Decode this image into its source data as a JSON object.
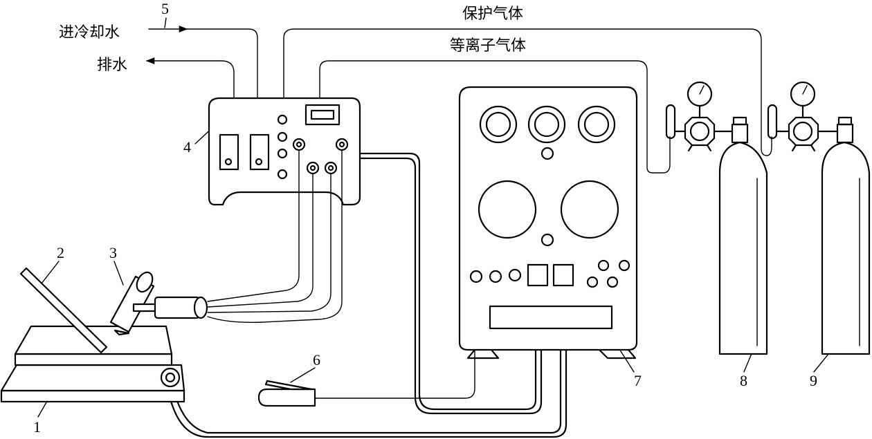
{
  "labels": {
    "cooling_water_in": "进冷却水",
    "drain": "排水",
    "shielding_gas": "保护气体",
    "plasma_gas": "等离子气体"
  },
  "callouts": [
    "1",
    "2",
    "3",
    "4",
    "5",
    "6",
    "7",
    "8",
    "9"
  ]
}
